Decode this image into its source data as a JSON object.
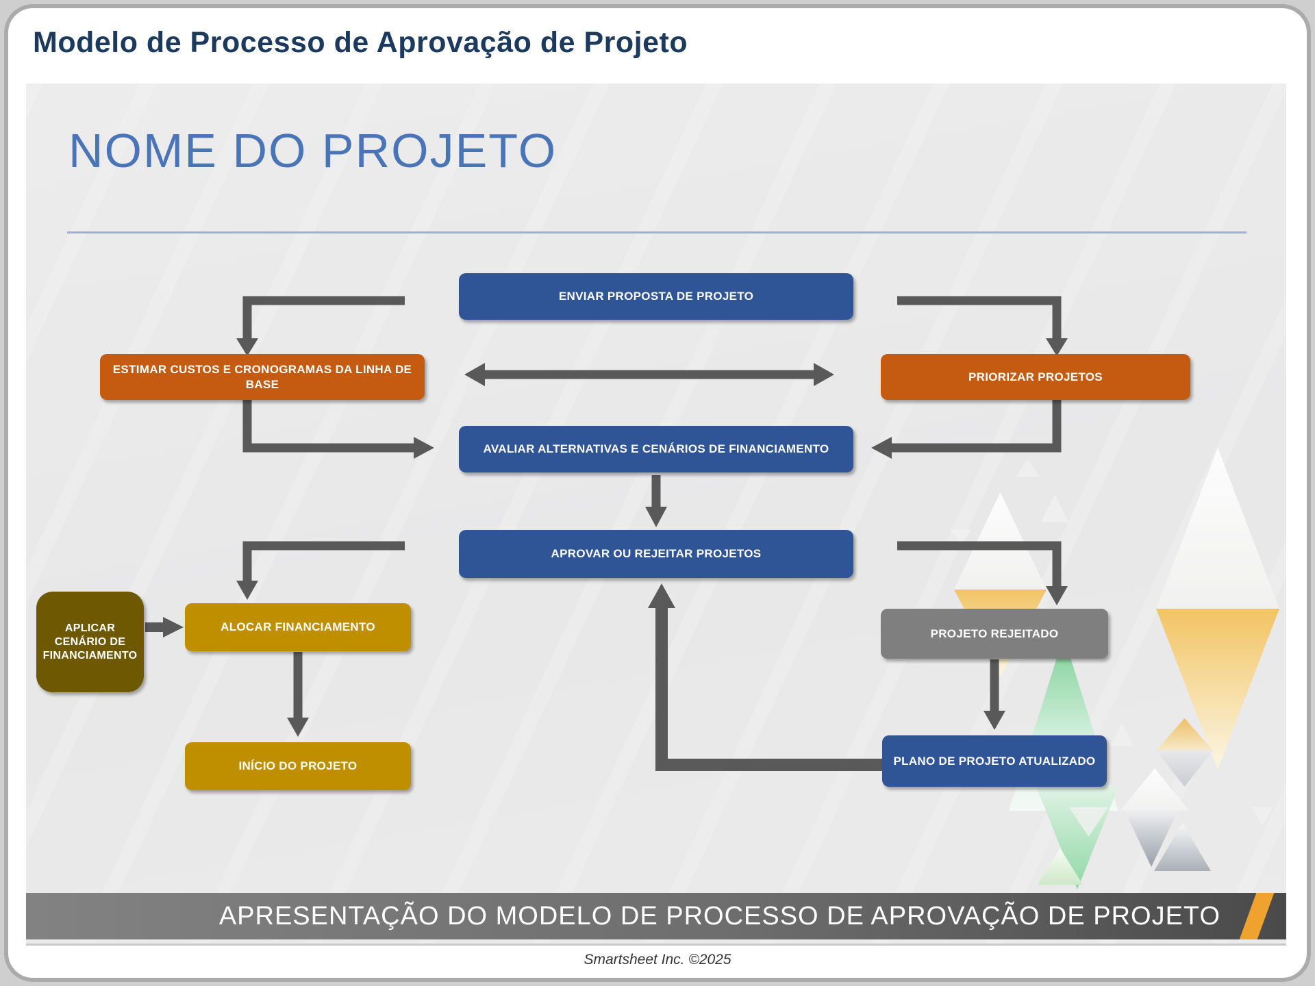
{
  "page": {
    "title": "Modelo de Processo de Aprovação de Projeto",
    "footer": "Smartsheet Inc. ©2025"
  },
  "slide": {
    "title": "NOME DO PROJETO",
    "banner_title": "APRESENTAÇÃO DO MODELO DE PROCESSO DE APROVAÇÃO DE PROJETO"
  },
  "flowchart": {
    "nodes": [
      {
        "id": "enviar-proposta",
        "label": "ENVIAR PROPOSTA DE PROJETO",
        "color_role": "blue"
      },
      {
        "id": "estimar-custos",
        "label": "ESTIMAR CUSTOS E CRONOGRAMAS DA LINHA DE BASE",
        "color_role": "orange"
      },
      {
        "id": "priorizar-projetos",
        "label": "PRIORIZAR PROJETOS",
        "color_role": "orange"
      },
      {
        "id": "avaliar-alternativas",
        "label": "AVALIAR ALTERNATIVAS E CENÁRIOS DE FINANCIAMENTO",
        "color_role": "blue"
      },
      {
        "id": "aprovar-rejeitar",
        "label": "APROVAR OU REJEITAR PROJETOS",
        "color_role": "blue"
      },
      {
        "id": "aplicar-cenario",
        "label": "APLICAR CENÁRIO DE FINANCIAMENTO",
        "color_role": "dark-olive"
      },
      {
        "id": "alocar-financiamento",
        "label": "ALOCAR FINANCIAMENTO",
        "color_role": "gold"
      },
      {
        "id": "inicio-projeto",
        "label": "INÍCIO DO PROJETO",
        "color_role": "gold"
      },
      {
        "id": "projeto-rejeitado",
        "label": "PROJETO REJEITADO",
        "color_role": "gray"
      },
      {
        "id": "plano-atualizado",
        "label": "PLANO DE PROJETO ATUALIZADO",
        "color_role": "blue"
      }
    ],
    "edges": [
      {
        "from": "enviar-proposta",
        "to": "estimar-custos"
      },
      {
        "from": "enviar-proposta",
        "to": "priorizar-projetos"
      },
      {
        "from": "estimar-custos",
        "to": "priorizar-projetos",
        "bidirectional": true
      },
      {
        "from": "estimar-custos",
        "to": "avaliar-alternativas"
      },
      {
        "from": "priorizar-projetos",
        "to": "avaliar-alternativas"
      },
      {
        "from": "avaliar-alternativas",
        "to": "aprovar-rejeitar"
      },
      {
        "from": "aprovar-rejeitar",
        "to": "alocar-financiamento"
      },
      {
        "from": "aprovar-rejeitar",
        "to": "projeto-rejeitado"
      },
      {
        "from": "aplicar-cenario",
        "to": "alocar-financiamento"
      },
      {
        "from": "alocar-financiamento",
        "to": "inicio-projeto"
      },
      {
        "from": "projeto-rejeitado",
        "to": "plano-atualizado"
      },
      {
        "from": "plano-atualizado",
        "to": "aprovar-rejeitar"
      }
    ]
  },
  "colors": {
    "accent-navy": "#1c3a5e",
    "title-blue": "#4a74b8",
    "node-blue": "#2f5597",
    "node-orange": "#c55a11",
    "node-gold": "#bf8f00",
    "node-olive": "#6e5801",
    "node-gray": "#7f7f7f",
    "arrow": "#595959",
    "banner-left": "#828282",
    "banner-right": "#4a4a4a",
    "banner-stripe": "#f0a22e"
  }
}
